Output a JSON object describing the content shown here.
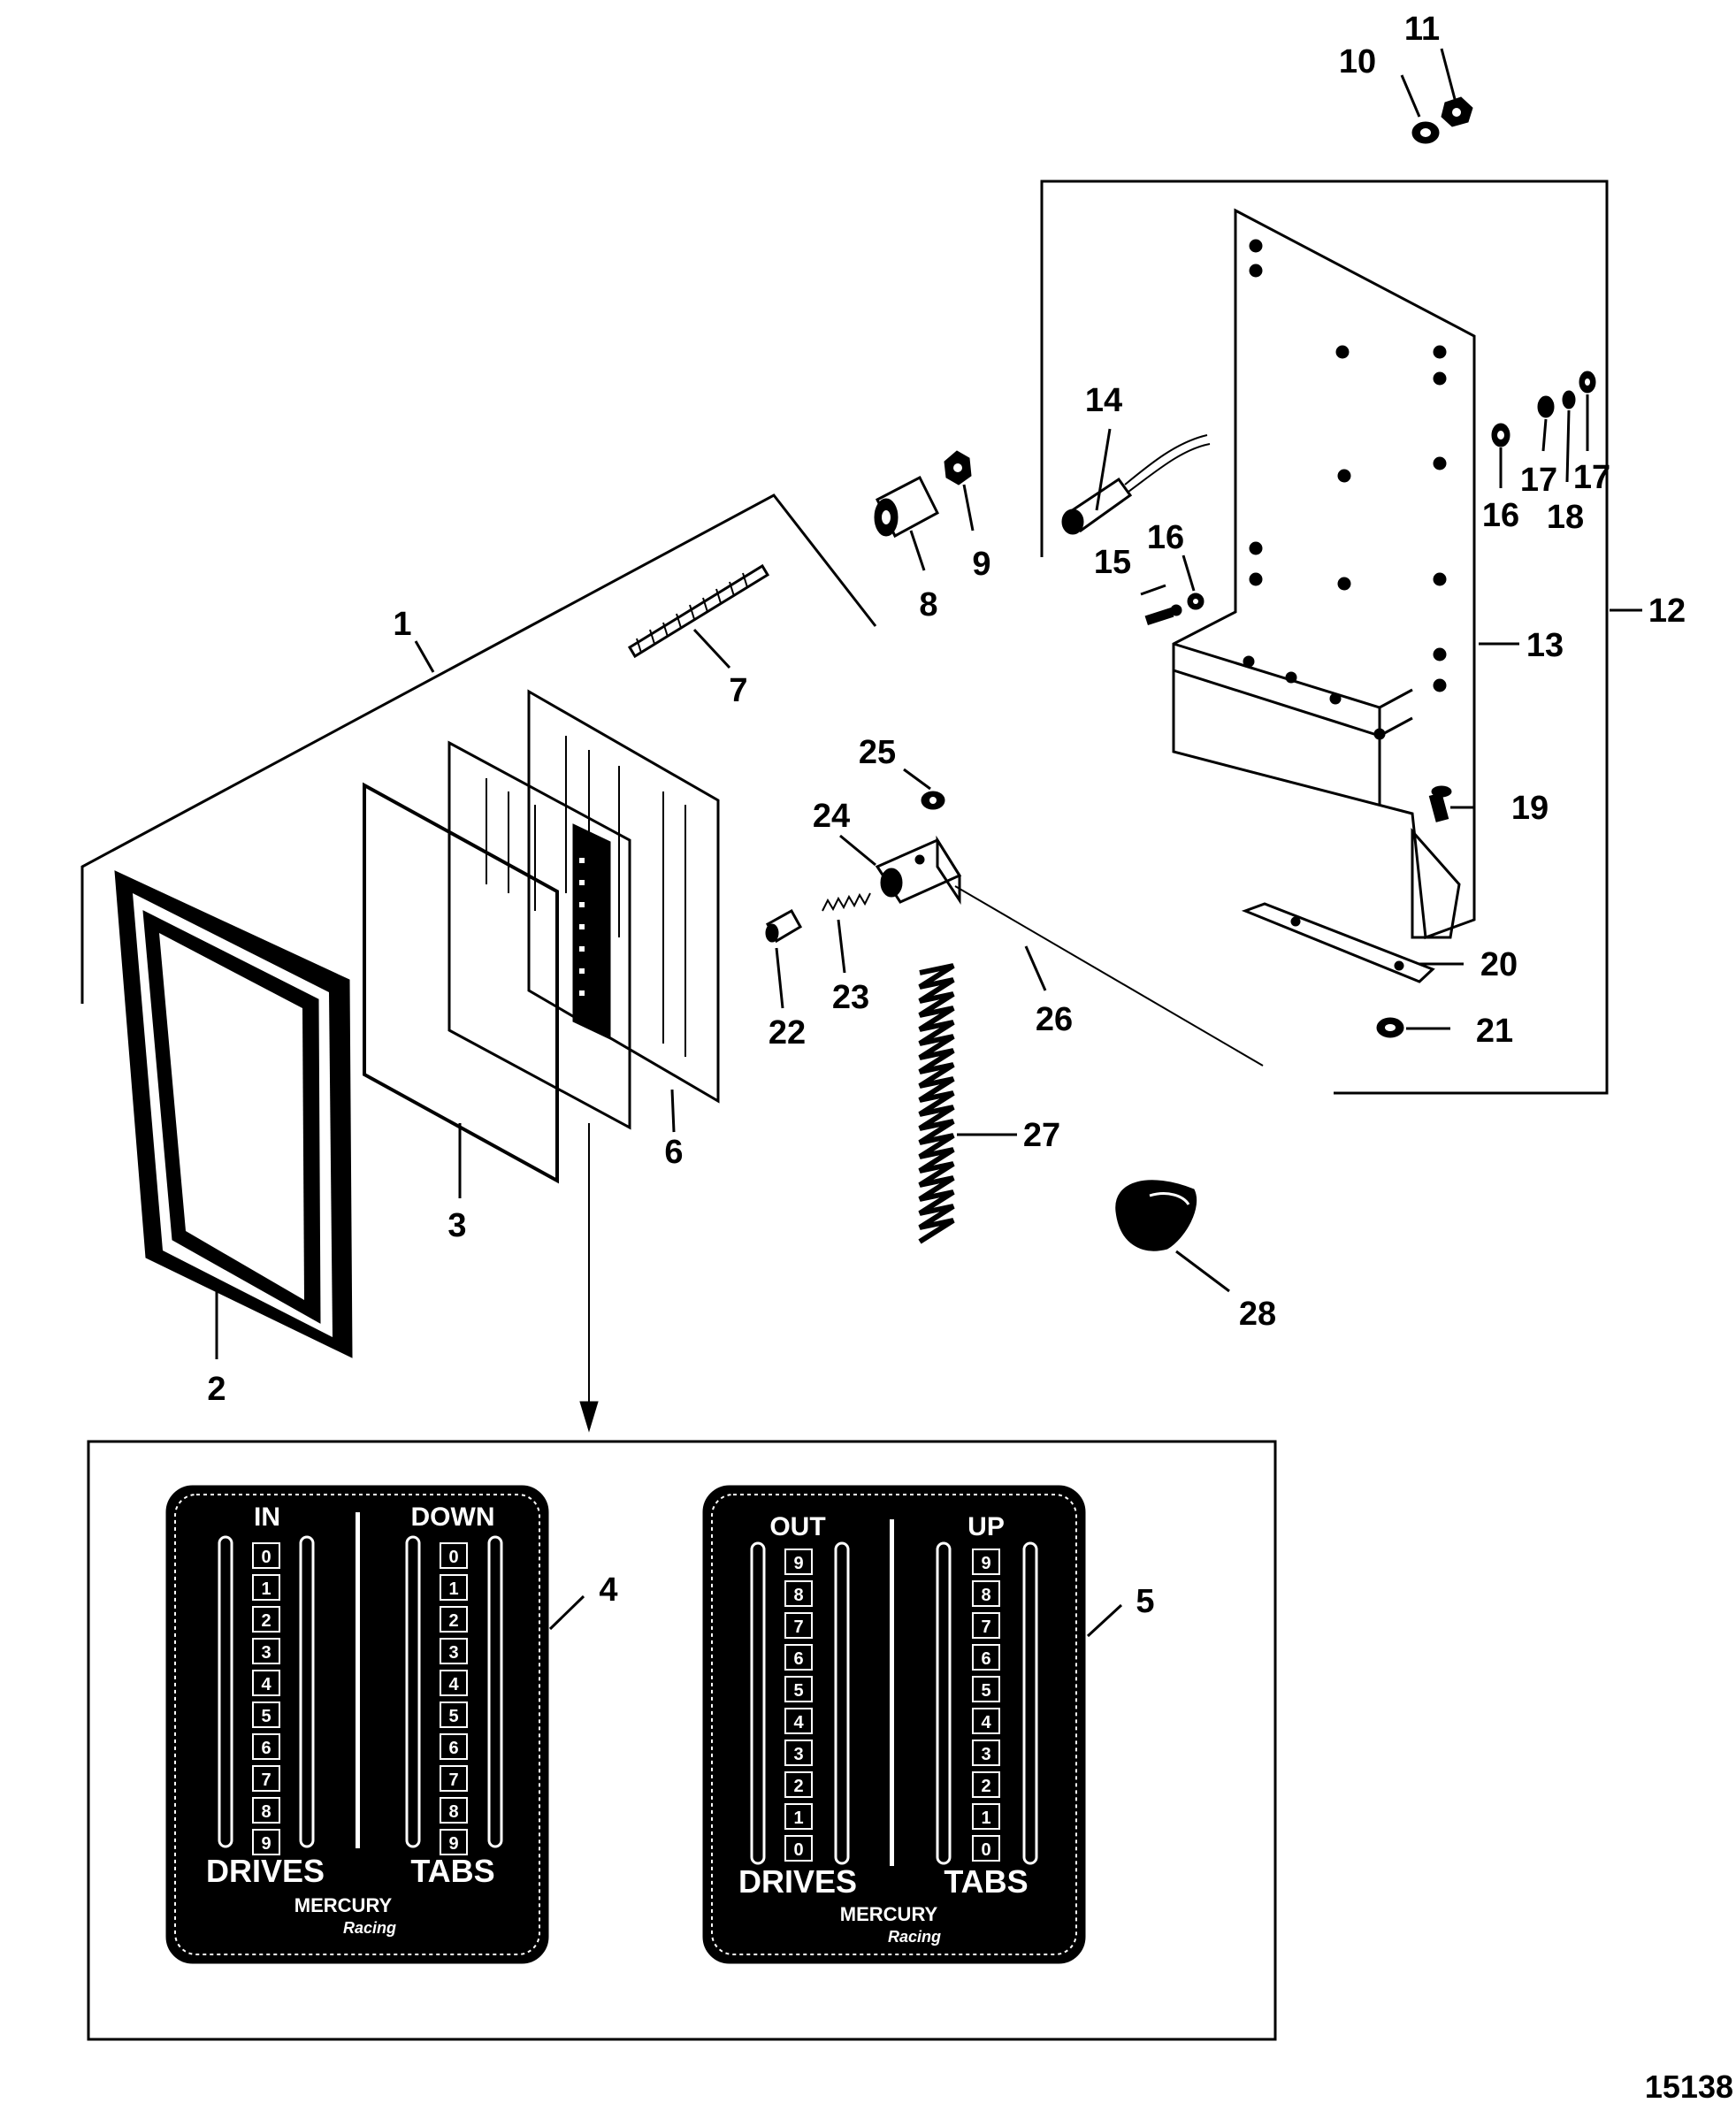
{
  "callouts": [
    "1",
    "2",
    "3",
    "4",
    "5",
    "6",
    "7",
    "8",
    "9",
    "10",
    "11",
    "12",
    "13",
    "14",
    "15",
    "16",
    "16",
    "17",
    "17",
    "18",
    "19",
    "20",
    "21",
    "22",
    "23",
    "24",
    "25",
    "26",
    "27",
    "28"
  ],
  "decal_4": {
    "left_header": "IN",
    "right_header": "DOWN",
    "left_scale": [
      "0",
      "1",
      "2",
      "3",
      "4",
      "5",
      "6",
      "7",
      "8",
      "9"
    ],
    "right_scale": [
      "0",
      "1",
      "2",
      "3",
      "4",
      "5",
      "6",
      "7",
      "8",
      "9"
    ],
    "left_footer": "DRIVES",
    "right_footer": "TABS",
    "brand_main": "MERCURY",
    "brand_sub": "Racing"
  },
  "decal_5": {
    "left_header": "OUT",
    "right_header": "UP",
    "left_scale": [
      "9",
      "8",
      "7",
      "6",
      "5",
      "4",
      "3",
      "2",
      "1",
      "0"
    ],
    "right_scale": [
      "9",
      "8",
      "7",
      "6",
      "5",
      "4",
      "3",
      "2",
      "1",
      "0"
    ],
    "left_footer": "DRIVES",
    "right_footer": "TABS",
    "brand_main": "MERCURY",
    "brand_sub": "Racing"
  },
  "figure_number": "15138"
}
